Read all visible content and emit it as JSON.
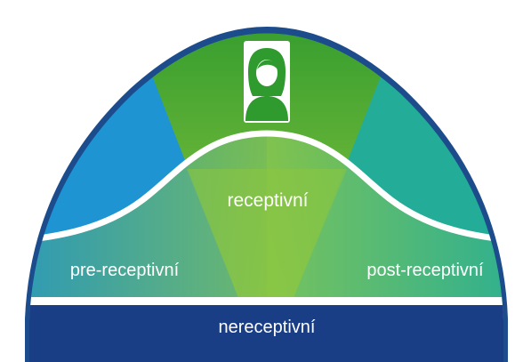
{
  "labels": {
    "receptive": "receptivní",
    "pre_receptive": "pre-receptivní",
    "post_receptive": "post-receptivní",
    "non_receptive": "nereceptivní"
  },
  "icons": {
    "top": "woman-avatar-icon"
  },
  "colors": {
    "border": "#1d4c8c",
    "left_blue": "#1e94d2",
    "center_green_top": "#2f9a2d",
    "center_green_bottom": "#8cc63e",
    "right_teal": "#23ad98",
    "bottom_band": "#1a3e86",
    "divider": "#ffffff"
  }
}
